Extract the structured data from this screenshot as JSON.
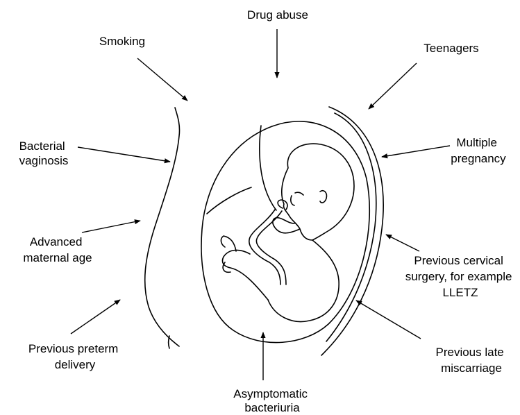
{
  "risk_factors": [
    {
      "id": "drug-abuse",
      "lines": [
        "Drug abuse"
      ]
    },
    {
      "id": "smoking",
      "lines": [
        "Smoking"
      ]
    },
    {
      "id": "teenagers",
      "lines": [
        "Teenagers"
      ]
    },
    {
      "id": "bacterial-vaginosis",
      "lines": [
        "Bacterial",
        "vaginosis"
      ]
    },
    {
      "id": "multiple-pregnancy",
      "lines": [
        "Multiple",
        "pregnancy"
      ]
    },
    {
      "id": "advanced-maternal-age",
      "lines": [
        "Advanced",
        "maternal age"
      ]
    },
    {
      "id": "previous-cervical-surgery",
      "lines": [
        "Previous cervical",
        "surgery, for example",
        "LLETZ"
      ]
    },
    {
      "id": "previous-preterm-delivery",
      "lines": [
        "Previous preterm",
        "delivery"
      ]
    },
    {
      "id": "previous-late-miscarriage",
      "lines": [
        "Previous late",
        "miscarriage"
      ]
    },
    {
      "id": "asymptomatic-bacteriuria",
      "lines": [
        "Asymptomatic",
        "bacteriuria"
      ]
    }
  ]
}
